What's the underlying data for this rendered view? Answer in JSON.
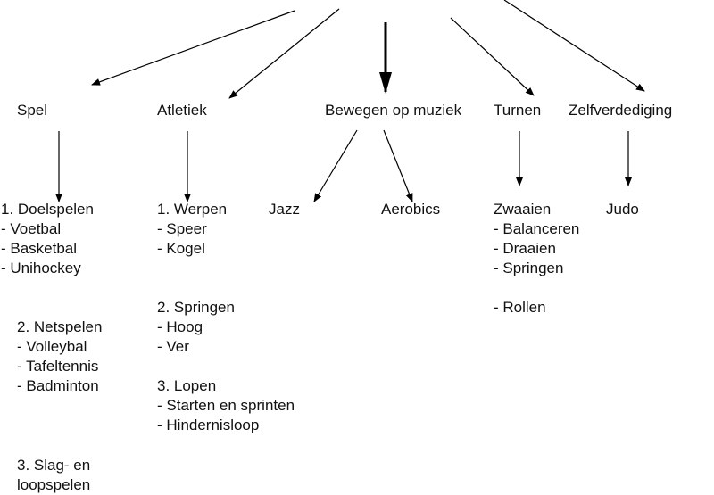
{
  "categories": {
    "spel": "Spel",
    "atletiek": "Atletiek",
    "muziek": "Bewegen op muziek",
    "turnen": "Turnen",
    "zelfverdediging": "Zelfverdediging"
  },
  "spel": {
    "doelspelen": {
      "title": "1. Doelspelen",
      "items": [
        "- Voetbal",
        "- Basketbal",
        "- Unihockey"
      ]
    },
    "netspelen": {
      "title": "2. Netspelen",
      "items": [
        "- Volleybal",
        "- Tafeltennis",
        "- Badminton"
      ]
    },
    "slagspelen": {
      "title_line1": "3. Slag- en",
      "title_line2": "loopspelen"
    }
  },
  "atletiek": {
    "werpen": {
      "title": "1. Werpen",
      "items": [
        "- Speer",
        "- Kogel"
      ]
    },
    "springen": {
      "title": "2. Springen",
      "items": [
        "- Hoog",
        "- Ver"
      ]
    },
    "lopen": {
      "title": "3. Lopen",
      "items": [
        "- Starten en sprinten",
        "- Hindernisloop"
      ]
    }
  },
  "muziek": {
    "jazz": "Jazz",
    "aerobics": "Aerobics"
  },
  "turnen": {
    "zwaaien": "Zwaaien",
    "items": [
      "- Balanceren",
      "- Draaien",
      "- Springen"
    ],
    "rollen": "- Rollen"
  },
  "zelfverdediging": {
    "judo": "Judo"
  },
  "style": {
    "line_color": "#000000",
    "text_color": "#111111"
  }
}
